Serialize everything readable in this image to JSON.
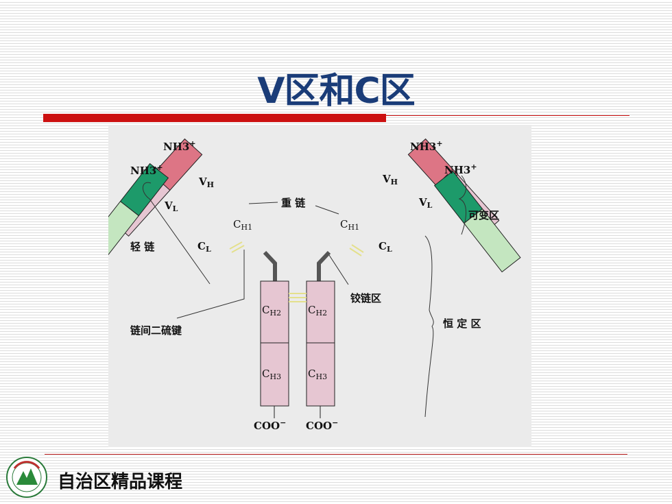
{
  "slide": {
    "title": "V区和C区",
    "footer": "自治区精品课程"
  },
  "diagram": {
    "nh3": "NH3",
    "plus": "+",
    "coo": "COO",
    "minus": "−",
    "domains": {
      "vh_main": "V",
      "vh_sub": "H",
      "vl_main": "V",
      "vl_sub": "L",
      "ch1_main": "C",
      "ch1_sub": "H1",
      "cl_main": "C",
      "cl_sub": "L",
      "ch2_main": "C",
      "ch2_sub": "H2",
      "ch3_main": "C",
      "ch3_sub": "H3"
    },
    "labels": {
      "heavy_chain": "重 链",
      "light_chain": "轻 链",
      "variable_region": "可变区",
      "hinge_region": "铰链区",
      "constant_region": "恒 定 区",
      "interchain_disulfide": "链间二硫键"
    }
  },
  "colors": {
    "title": "#1a3c78",
    "red_bar": "#cc1111",
    "vh": "#dd7585",
    "heavy_constant": "#e6c6d2",
    "vl": "#1d9a6a",
    "cl": "#c4e6c0",
    "hinge": "#555555",
    "disulfide": "#e4e08c"
  }
}
